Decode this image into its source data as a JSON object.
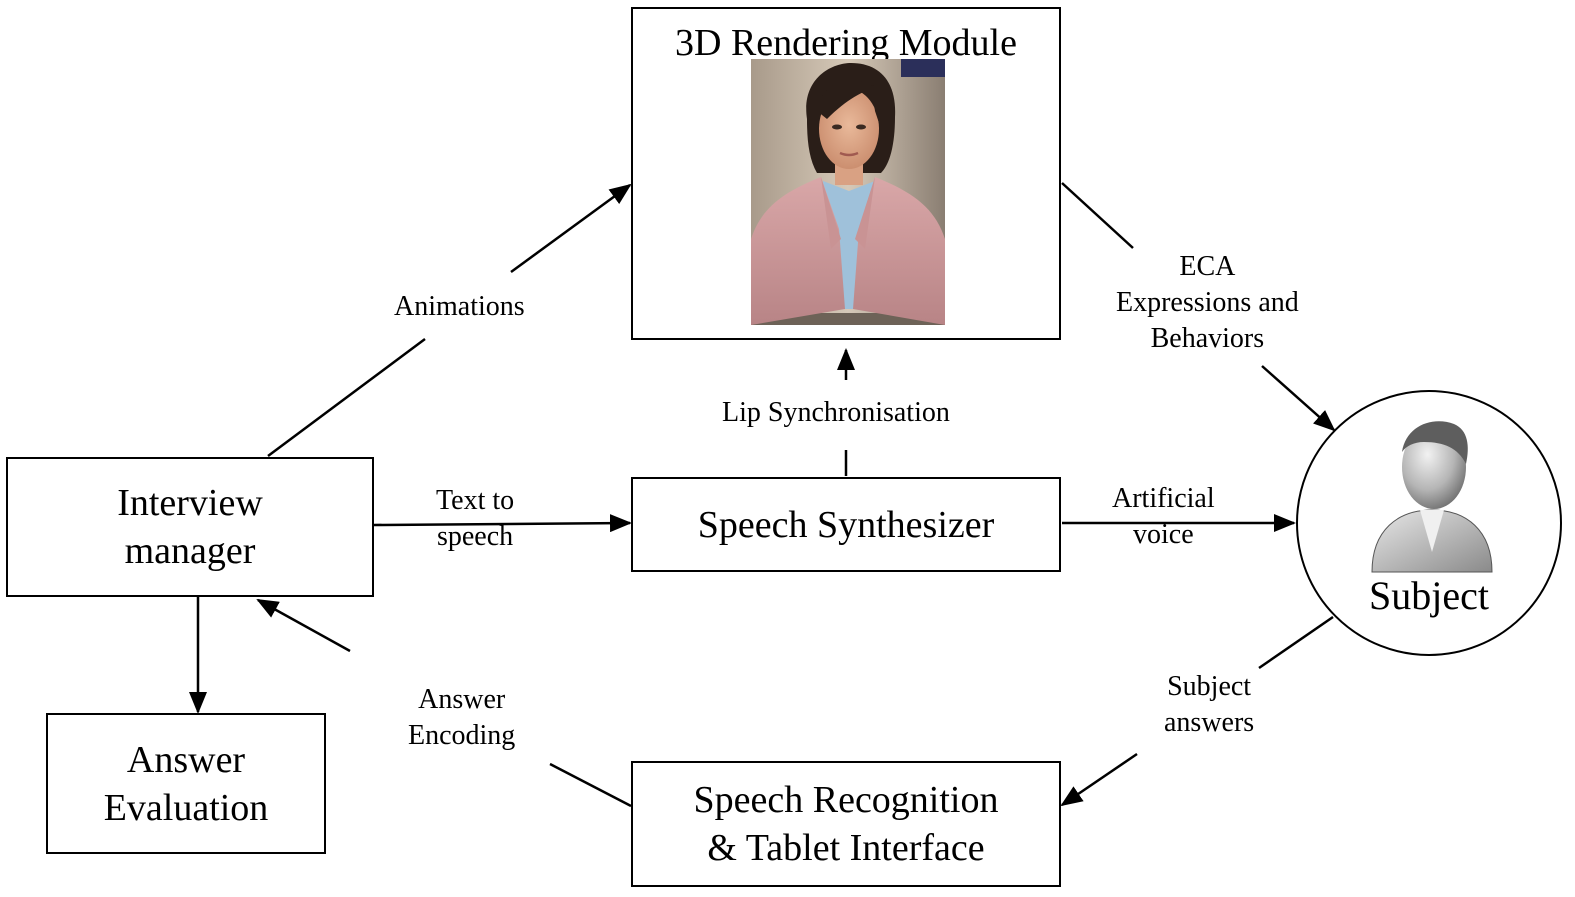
{
  "nodes": {
    "rendering_module": {
      "title": "3D Rendering Module"
    },
    "interview_manager": {
      "label": "Interview\nmanager"
    },
    "speech_synthesizer": {
      "label": "Speech Synthesizer"
    },
    "answer_evaluation": {
      "label": "Answer\nEvaluation"
    },
    "speech_recognition": {
      "label": "Speech Recognition\n& Tablet Interface"
    },
    "subject": {
      "label": "Subject",
      "icon": "user-silhouette-icon"
    }
  },
  "edges": {
    "animations": "Animations",
    "lip_sync": "Lip Synchronisation",
    "text_to_speech": "Text to\nspeech",
    "artificial_voice": "Artificial\nvoice",
    "eca_expressions": "ECA\nExpressions and\nBehaviors",
    "subject_answers": "Subject\nanswers",
    "answer_encoding": "Answer\nEncoding"
  },
  "colors": {
    "stroke": "#000000",
    "background": "#ffffff"
  }
}
